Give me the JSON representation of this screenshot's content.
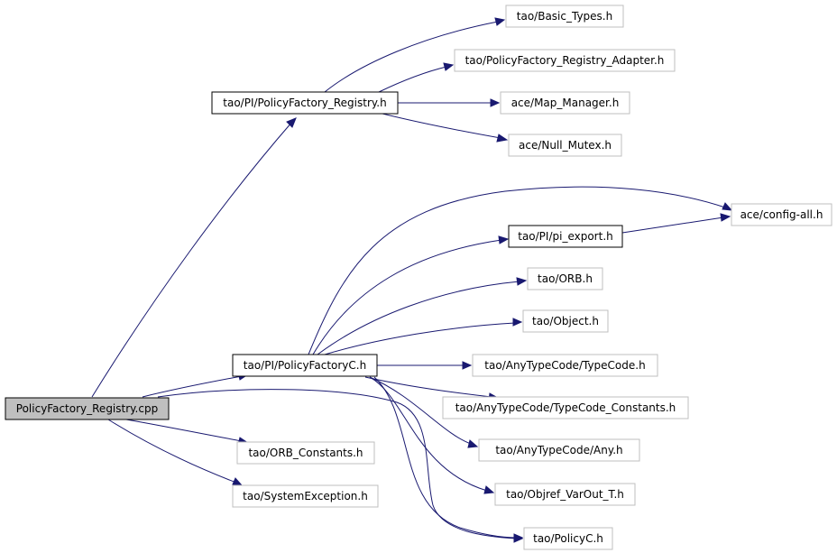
{
  "diagram": {
    "nodes": {
      "root": "PolicyFactory_Registry.cpp",
      "registry_h": "tao/PI/PolicyFactory_Registry.h",
      "basic_types": "tao/Basic_Types.h",
      "registry_adapter": "tao/PolicyFactory_Registry_Adapter.h",
      "map_manager": "ace/Map_Manager.h",
      "null_mutex": "ace/Null_Mutex.h",
      "config_all": "ace/config-all.h",
      "pi_export": "tao/PI/pi_export.h",
      "orb_h": "tao/ORB.h",
      "object_h": "tao/Object.h",
      "policyfactoryc": "tao/PI/PolicyFactoryC.h",
      "typecode": "tao/AnyTypeCode/TypeCode.h",
      "typecode_constants": "tao/AnyTypeCode/TypeCode_Constants.h",
      "any_h": "tao/AnyTypeCode/Any.h",
      "orb_constants": "tao/ORB_Constants.h",
      "objref_varout": "tao/Objref_VarOut_T.h",
      "system_exception": "tao/SystemException.h",
      "policyc": "tao/PolicyC.h"
    },
    "colors": {
      "edge": "#191970",
      "root_fill": "#bfbfbf",
      "documented_border": "#000000",
      "undocumented_border": "#bfbfbf"
    }
  }
}
